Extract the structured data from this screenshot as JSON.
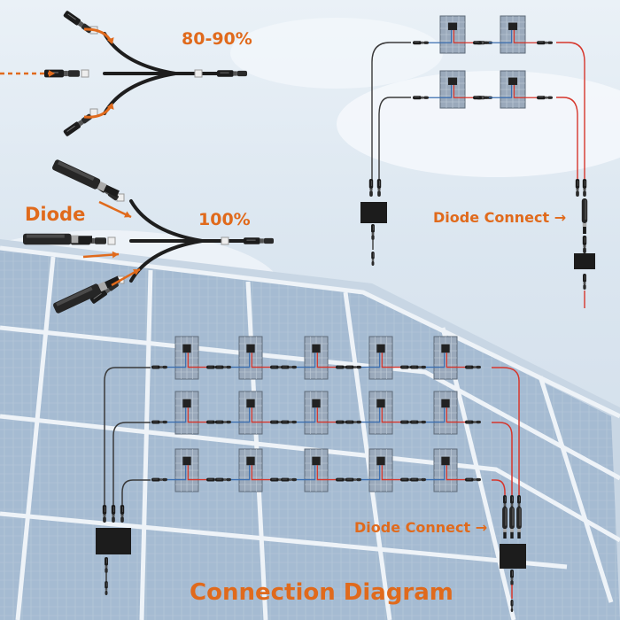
{
  "colors": {
    "accent": "#e06a1c",
    "cable_red": "#d6362c",
    "cable_dark": "#3a3a3a",
    "sky": "#dfe9f2",
    "panel_blue": "#8ea7c2"
  },
  "labels": {
    "pct_top": "80-90%",
    "pct_bottom": "100%",
    "diode": "Diode",
    "diode_connect_top": "Diode Connect →",
    "diode_connect_bottom": "Diode Connect →",
    "title": "Connection Diagram"
  },
  "icons": [
    "y-branch-connector-icon",
    "diode-fuse-icon",
    "mc4-connector-icon",
    "mini-solar-panel-icon",
    "arrow-icon"
  ]
}
